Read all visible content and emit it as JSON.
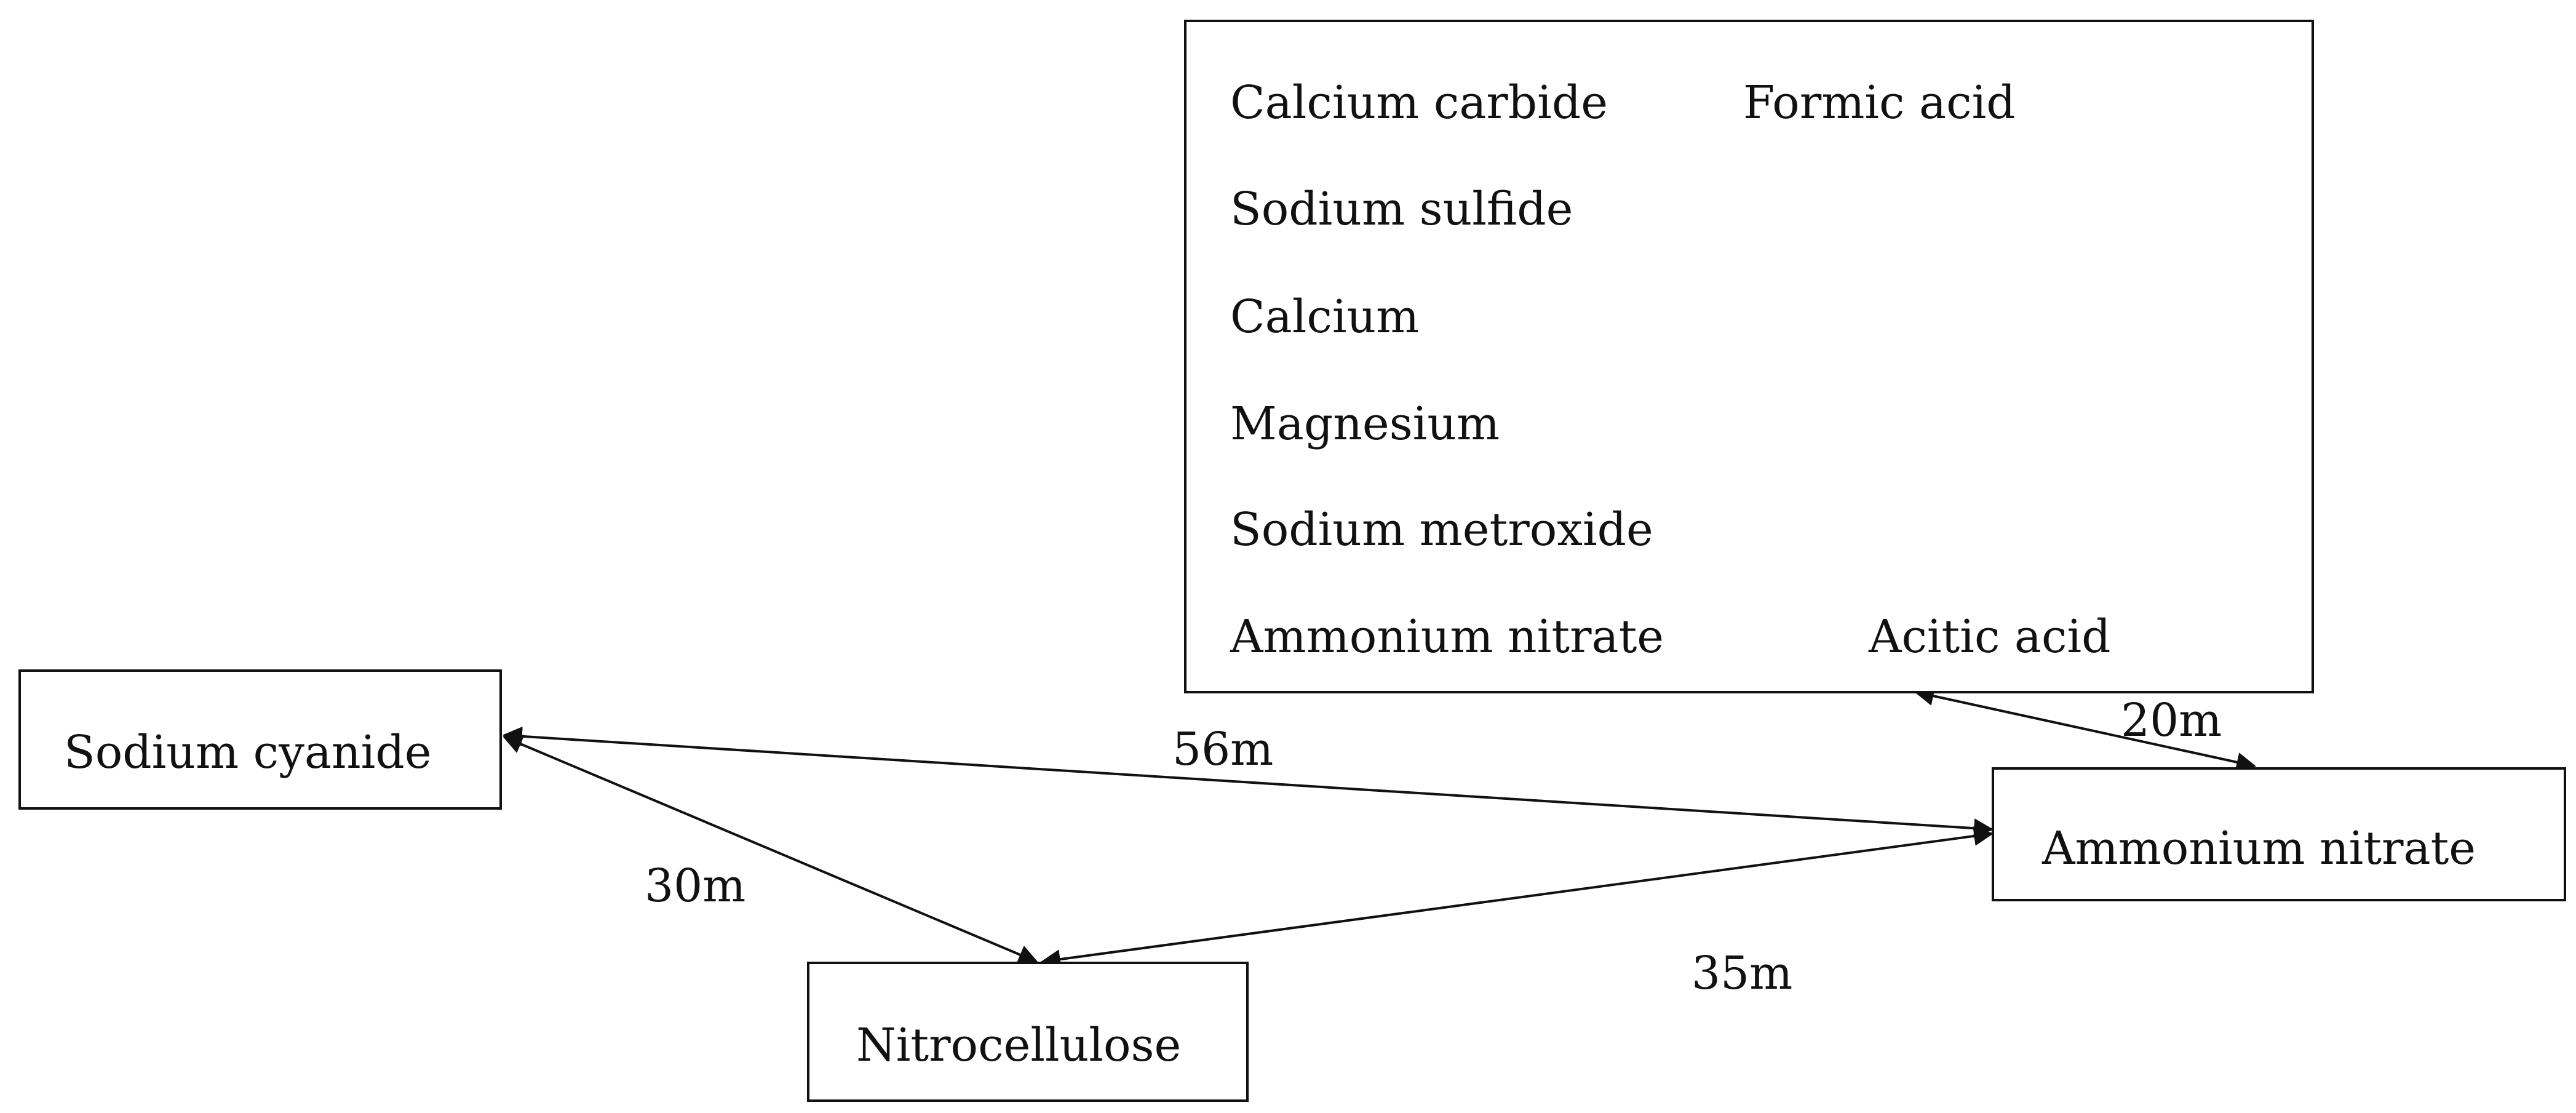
{
  "diagram": {
    "group": {
      "items": [
        "Calcium carbide",
        "Formic acid",
        "Sodium sulfide",
        "Calcium",
        "Magnesium",
        "Sodium metroxide",
        "Ammonium nitrate",
        "Acitic acid"
      ]
    },
    "nodes": {
      "sodium_cyanide": "Sodium cyanide",
      "nitrocellulose": "Nitrocellulose",
      "ammonium_nitrate": "Ammonium nitrate"
    },
    "distances": {
      "group_to_ammonium": "20m",
      "sodium_to_ammonium": "56m",
      "sodium_to_nitrocellulose": "30m",
      "nitrocellulose_to_ammonium": "35m"
    }
  }
}
